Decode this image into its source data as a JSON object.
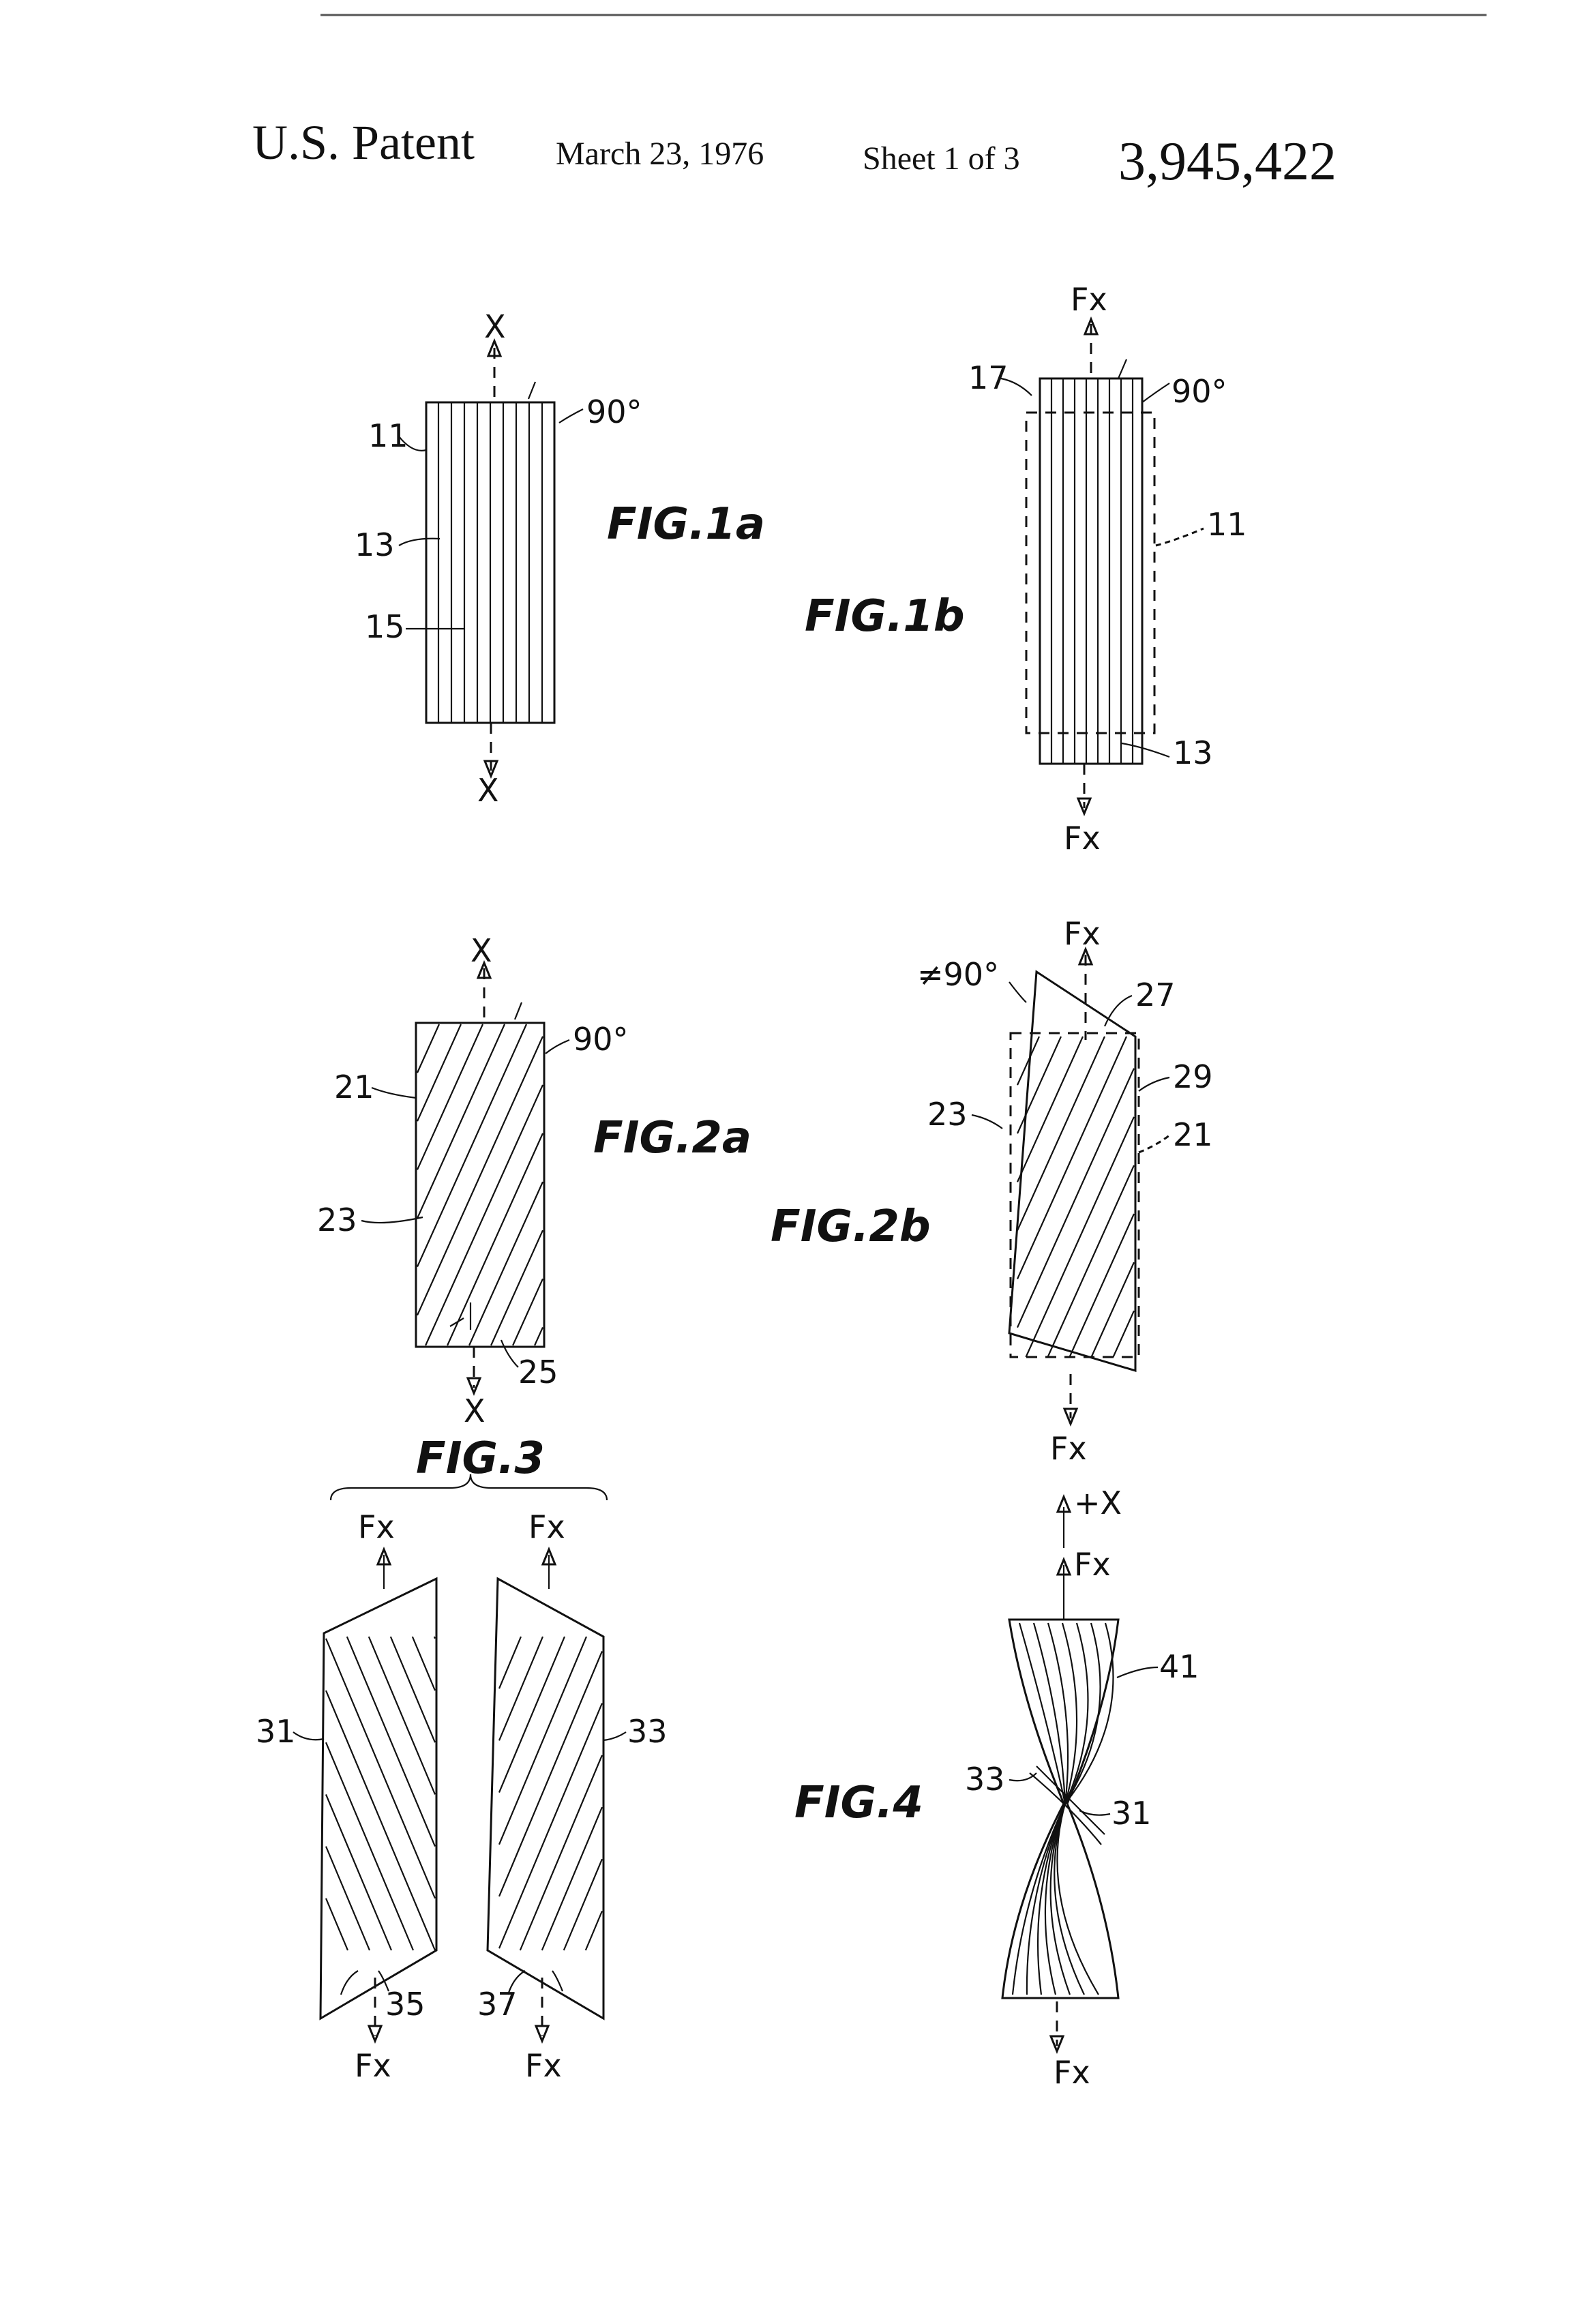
{
  "header": {
    "title": "U.S. Patent",
    "date": "March 23, 1976",
    "sheet": "Sheet 1 of 3",
    "number": "3,945,422"
  },
  "figures": {
    "fig1a": {
      "label": "FIG.1a",
      "axis_top": "X",
      "axis_bottom": "X",
      "angle": "90°",
      "refs": [
        "11",
        "13",
        "15"
      ]
    },
    "fig1b": {
      "label": "FIG.1b",
      "force_top": "Fx",
      "force_bottom": "Fx",
      "angle": "90°",
      "refs": [
        "17",
        "11",
        "13"
      ]
    },
    "fig2a": {
      "label": "FIG.2a",
      "axis_top": "X",
      "axis_bottom": "X",
      "angle": "90°",
      "refs": [
        "21",
        "23",
        "25"
      ]
    },
    "fig2b": {
      "label": "FIG.2b",
      "force_top": "Fx",
      "force_bottom": "Fx",
      "angle": "≠90°",
      "refs": [
        "27",
        "29",
        "23",
        "21"
      ]
    },
    "fig3": {
      "label": "FIG.3",
      "force_top_left": "Fx",
      "force_top_right": "Fx",
      "force_bottom_left": "Fx",
      "force_bottom_right": "Fx",
      "refs": [
        "31",
        "33",
        "35",
        "37"
      ]
    },
    "fig4": {
      "label": "FIG.4",
      "axis_top": "+X",
      "force_top": "Fx",
      "force_bottom": "Fx",
      "refs": [
        "41",
        "33",
        "31"
      ]
    }
  }
}
